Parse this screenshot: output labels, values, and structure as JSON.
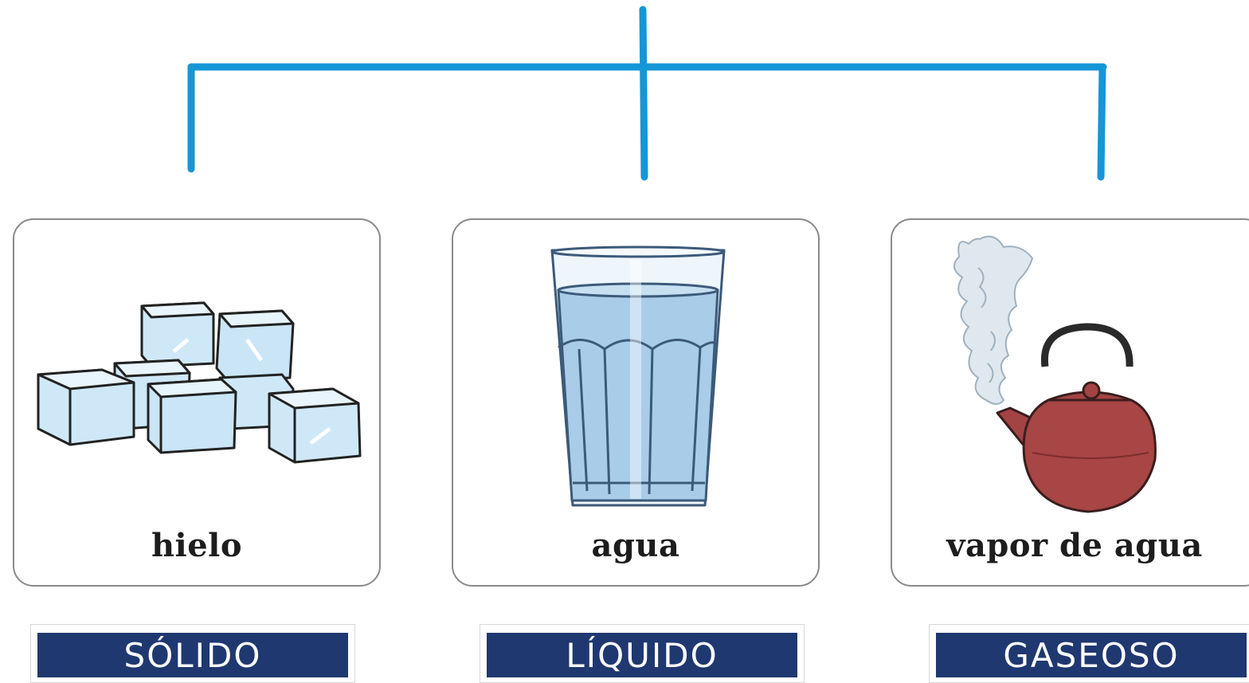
{
  "diagram": {
    "connector_color": "#1596d6",
    "cards": [
      {
        "label": "hielo",
        "illustration": "ice-cubes"
      },
      {
        "label": "agua",
        "illustration": "glass-of-water"
      },
      {
        "label": "vapor de agua",
        "illustration": "steaming-kettle"
      }
    ],
    "states": [
      {
        "label": "SÓLIDO"
      },
      {
        "label": "LÍQUIDO"
      },
      {
        "label": "GASEOSO"
      }
    ],
    "state_box_color": "#1f3870"
  }
}
